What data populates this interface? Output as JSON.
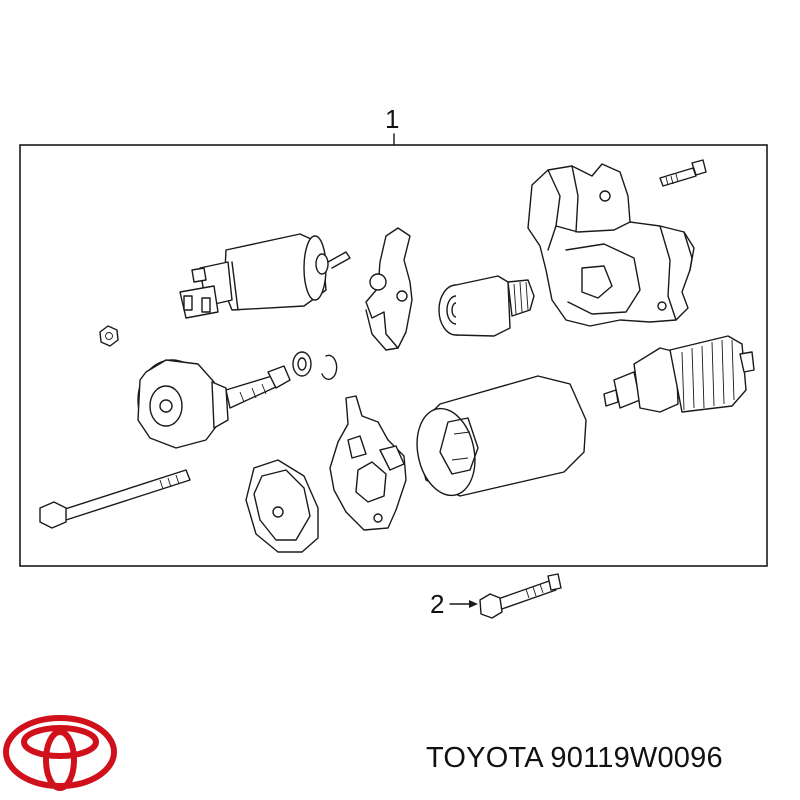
{
  "diagram": {
    "callouts": [
      {
        "label": "1"
      },
      {
        "label": "2"
      }
    ]
  },
  "caption": {
    "text": "TOYOTA 90119W0096"
  },
  "colors": {
    "logo": "#d0101b",
    "line": "#1a1a1a",
    "background": "#ffffff"
  },
  "logo": {
    "icon": "toyota-logo-icon"
  }
}
